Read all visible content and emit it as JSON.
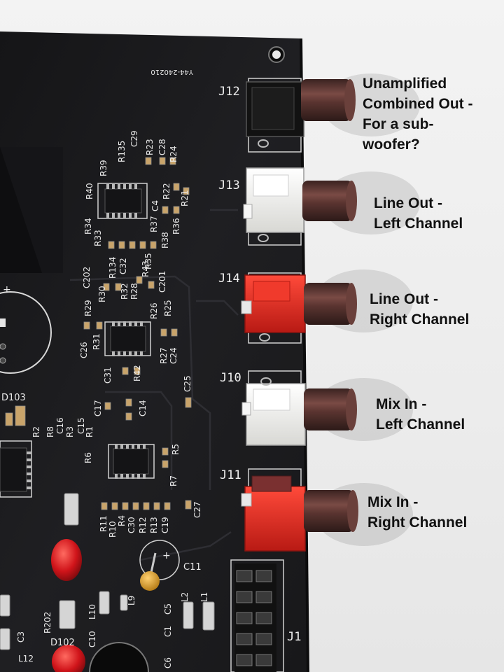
{
  "board": {
    "revision": "Y44-240210",
    "connectors": [
      {
        "ref": "J12",
        "lines": [
          "Unamplified",
          "Combined Out -",
          "For a sub-",
          "woofer?"
        ],
        "housing": "black"
      },
      {
        "ref": "J13",
        "lines": [
          "Line Out -",
          "Left Channel"
        ],
        "housing": "white"
      },
      {
        "ref": "J14",
        "lines": [
          "Line Out -",
          "Right Channel"
        ],
        "housing": "red"
      },
      {
        "ref": "J10",
        "lines": [
          "Mix In -",
          "Left Channel"
        ],
        "housing": "white"
      },
      {
        "ref": "J11",
        "lines": [
          "Mix In -",
          "Right Channel"
        ],
        "housing": "red"
      }
    ],
    "header_ref": "J1",
    "silkscreen": [
      "R135",
      "C29",
      "R39",
      "R23",
      "C28",
      "R24",
      "R40",
      "R22",
      "R21",
      "C4",
      "R34",
      "R37",
      "R33",
      "R38",
      "R36",
      "C202",
      "R134",
      "C32",
      "R35",
      "R29",
      "R30",
      "R32",
      "R28",
      "R43",
      "C201",
      "R26",
      "R25",
      "C26",
      "R31",
      "R27",
      "C24",
      "C31",
      "R42",
      "C25",
      "C17",
      "C14",
      "C16",
      "C15",
      "R8",
      "R3",
      "R1",
      "R2",
      "R6",
      "R5",
      "R7",
      "R11",
      "R10",
      "R4",
      "C30",
      "R12",
      "R13",
      "C19",
      "C27",
      "C11",
      "L9",
      "L10",
      "C10",
      "R202",
      "C5",
      "L2",
      "L1",
      "C1",
      "L12",
      "C6",
      "D103",
      "C3",
      "D102"
    ]
  },
  "colors": {
    "pcb": "#1c1c1e",
    "silkscreen": "#e9e9e9",
    "red_housing": "#e0281e",
    "white_housing": "#f4f4f2",
    "rca_sleeve": "#5a3430",
    "led": "#d0141a",
    "capacitor": "#e0a020"
  }
}
